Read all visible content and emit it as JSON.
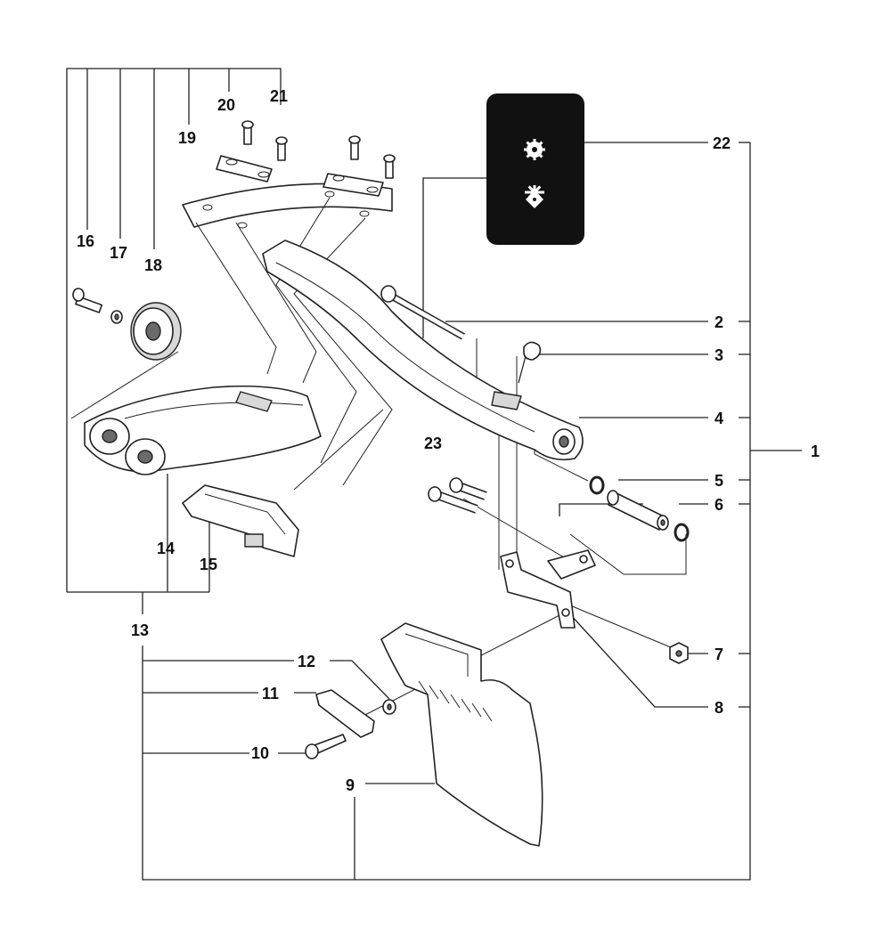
{
  "diagram": {
    "labels": {
      "l1": "1",
      "l2": "2",
      "l3": "3",
      "l4": "4",
      "l5": "5",
      "l6": "6",
      "l7": "7",
      "l8": "8",
      "l9": "9",
      "l10": "10",
      "l11": "11",
      "l12": "12",
      "l13": "13",
      "l14": "14",
      "l15": "15",
      "l16": "16",
      "l17": "17",
      "l18": "18",
      "l19": "19",
      "l20": "20",
      "l21": "21",
      "l22": "22",
      "l23": "23"
    },
    "colors": {
      "line": "#222222",
      "inset_bg": "#111111",
      "inset_icon": "#ffffff"
    },
    "icons": [
      "gear-icon",
      "diamond-gear-icon"
    ]
  }
}
